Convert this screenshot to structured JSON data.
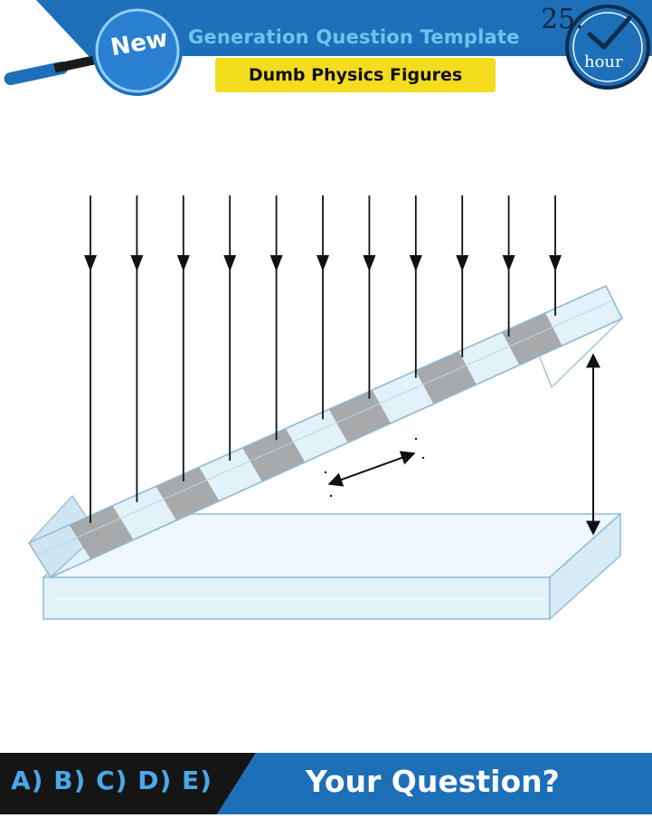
{
  "header": {
    "badge": "New",
    "title": "Generation Question Template",
    "subtitle": "Dumb Physics Figures",
    "clock_number": "25.",
    "clock_unit": "hour"
  },
  "diagram": {
    "incident_rays": 11,
    "fringe_type": "alternating dark and bright bands",
    "colors": {
      "glass_fill": "#e3f1f8",
      "glass_edge": "#8fbbd6",
      "dark_fringe": "#9c9c9c",
      "ray": "#111111"
    }
  },
  "footer": {
    "choices": "A) B) C) D) E)",
    "question": "Your Question?"
  },
  "colors": {
    "brand_blue": "#1d6fb8",
    "light_blue_text": "#6fc3f0",
    "yellow": "#f4dc1e",
    "dark": "#151515"
  }
}
